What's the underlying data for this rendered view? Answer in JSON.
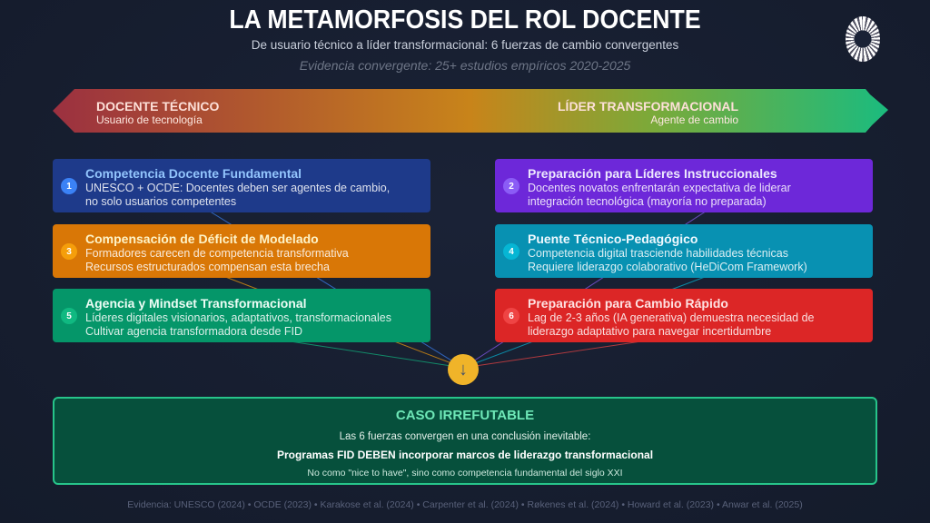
{
  "header": {
    "title": "LA METAMORFOSIS DEL ROL DOCENTE",
    "subtitle": "De usuario técnico a líder transformacional: 6 fuerzas de cambio convergentes",
    "evidence": "Evidencia convergente: 25+ estudios empíricos 2020-2025"
  },
  "banner": {
    "left_title": "DOCENTE TÉCNICO",
    "left_sub": "Usuario de tecnología",
    "right_title": "LÍDER TRANSFORMACIONAL",
    "right_sub": "Agente de cambio"
  },
  "forces": [
    {
      "num": "1",
      "title": "Competencia Docente Fundamental",
      "line1": "UNESCO + OCDE: Docentes deben ser agentes de cambio,",
      "line2": "no solo usuarios competentes",
      "color": "#1e3a8a",
      "title_color": "#93c5fd",
      "badge": "#3b82f6"
    },
    {
      "num": "2",
      "title": "Preparación para Líderes Instruccionales",
      "line1": "Docentes novatos enfrentarán expectativa de liderar",
      "line2": "integración tecnológica (mayoría no preparada)",
      "color": "#6d28d9",
      "title_color": "#ede9fe",
      "badge": "#8b5cf6"
    },
    {
      "num": "3",
      "title": "Compensación de Déficit de Modelado",
      "line1": "Formadores carecen de competencia transformativa",
      "line2": "Recursos estructurados compensan esta brecha",
      "color": "#d97706",
      "title_color": "#fef3c7",
      "badge": "#f59e0b"
    },
    {
      "num": "4",
      "title": "Puente Técnico-Pedagógico",
      "line1": "Competencia digital trasciende habilidades técnicas",
      "line2": "Requiere liderazgo colaborativo (HeDiCom Framework)",
      "color": "#0891b2",
      "title_color": "#f0f9ff",
      "badge": "#06b6d4"
    },
    {
      "num": "5",
      "title": "Agencia y Mindset Transformacional",
      "line1": "Líderes digitales visionarios, adaptativos, transformacionales",
      "line2": "Cultivar agencia transformadora desde FID",
      "color": "#059669",
      "title_color": "#ecfdf5",
      "badge": "#10b981"
    },
    {
      "num": "6",
      "title": "Preparación para Cambio Rápido",
      "line1": "Lag de 2-3 años (IA generativa) demuestra necesidad de",
      "line2": "liderazgo adaptativo para navegar incertidumbre",
      "color": "#dc2626",
      "title_color": "#fee2e2",
      "badge": "#ef4444"
    }
  ],
  "convergence_icon": "arrow-down-icon",
  "conclusion": {
    "title": "CASO IRREFUTABLE",
    "line1": "Las 6 fuerzas convergen en una conclusión inevitable:",
    "line2": "Programas FID DEBEN incorporar marcos de liderazgo transformacional",
    "line3": "No como \"nice to have\", sino como competencia fundamental del siglo XXI"
  },
  "footer": "Evidencia: UNESCO (2024) • OCDE (2023) • Karakose et al. (2024) • Carpenter et al. (2024) • Røkenes et al. (2024) • Howard et al. (2023) • Anwar et al. (2025)"
}
